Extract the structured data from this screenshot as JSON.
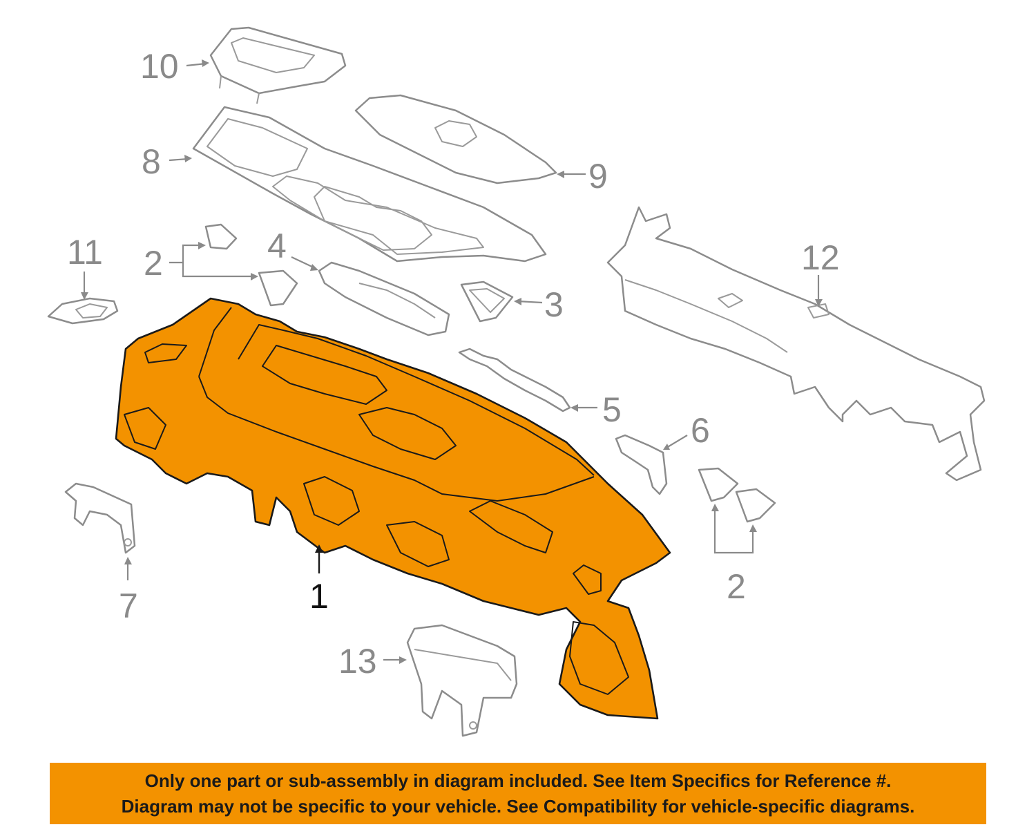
{
  "callouts": {
    "c1": "1",
    "c2a": "2",
    "c2b": "2",
    "c3": "3",
    "c4": "4",
    "c5": "5",
    "c6": "6",
    "c7": "7",
    "c8": "8",
    "c9": "9",
    "c10": "10",
    "c11": "11",
    "c12": "12",
    "c13": "13"
  },
  "highlight_color": "#f39200",
  "banner": {
    "line1": "Only one part or sub-assembly in diagram included. See Item Specifics for Reference #.",
    "line2": "Diagram may not be specific to your vehicle. See Compatibility for vehicle-specific diagrams."
  }
}
